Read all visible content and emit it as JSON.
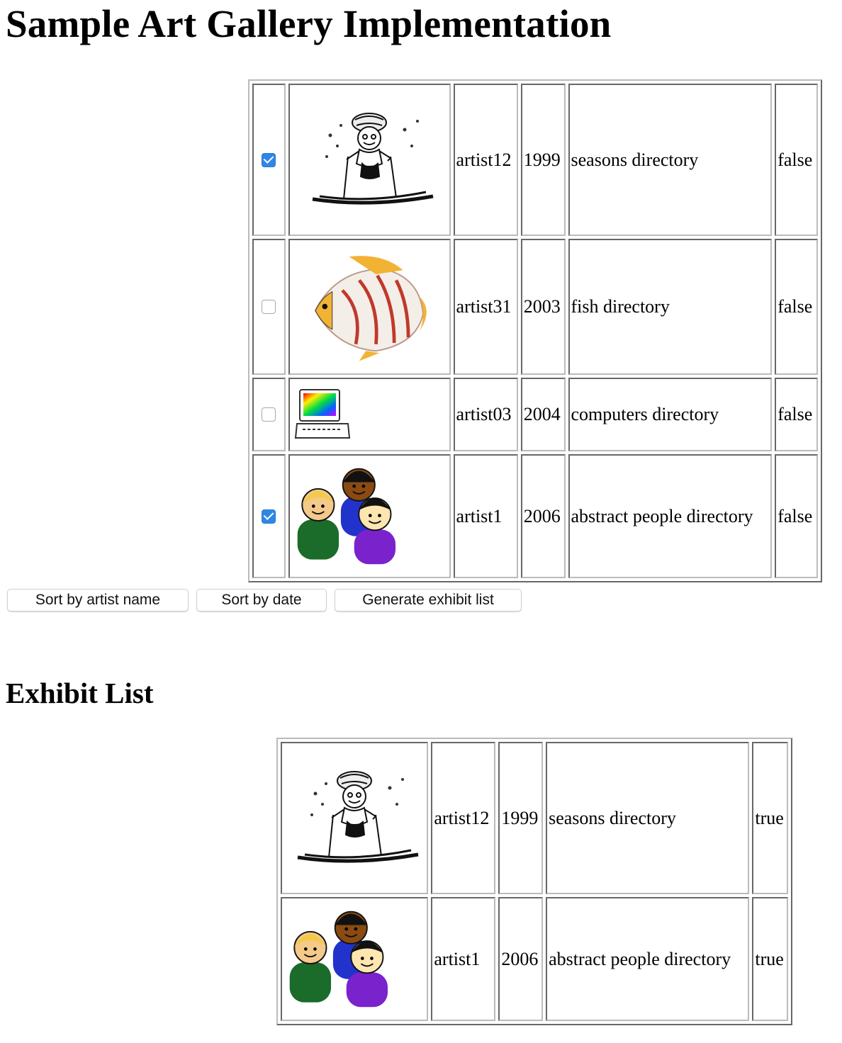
{
  "page": {
    "title": "Sample Art Gallery Implementation",
    "exhibit_heading": "Exhibit List"
  },
  "gallery": {
    "rows": [
      {
        "checked": true,
        "image": "snowman-skier-image",
        "artist": "artist12",
        "year": "1999",
        "directory": "seasons directory",
        "flag": "false"
      },
      {
        "checked": false,
        "image": "butterflyfish-image",
        "artist": "artist31",
        "year": "2003",
        "directory": "fish directory",
        "flag": "false"
      },
      {
        "checked": false,
        "image": "laptop-computer-image",
        "artist": "artist03",
        "year": "2004",
        "directory": "computers directory",
        "flag": "false"
      },
      {
        "checked": true,
        "image": "people-group-image",
        "artist": "artist1",
        "year": "2006",
        "directory": "abstract people directory",
        "flag": "false"
      }
    ]
  },
  "buttons": {
    "sort_by_artist": "Sort by artist name",
    "sort_by_date": "Sort by date",
    "generate": "Generate exhibit list"
  },
  "exhibit": {
    "rows": [
      {
        "image": "snowman-skier-image",
        "artist": "artist12",
        "year": "1999",
        "directory": "seasons directory",
        "flag": "true"
      },
      {
        "image": "people-group-image",
        "artist": "artist1",
        "year": "2006",
        "directory": "abstract people directory",
        "flag": "true"
      }
    ]
  },
  "colors": {
    "checkbox_accent": "#2f86e6",
    "cell_border": "#bbbbbb"
  }
}
